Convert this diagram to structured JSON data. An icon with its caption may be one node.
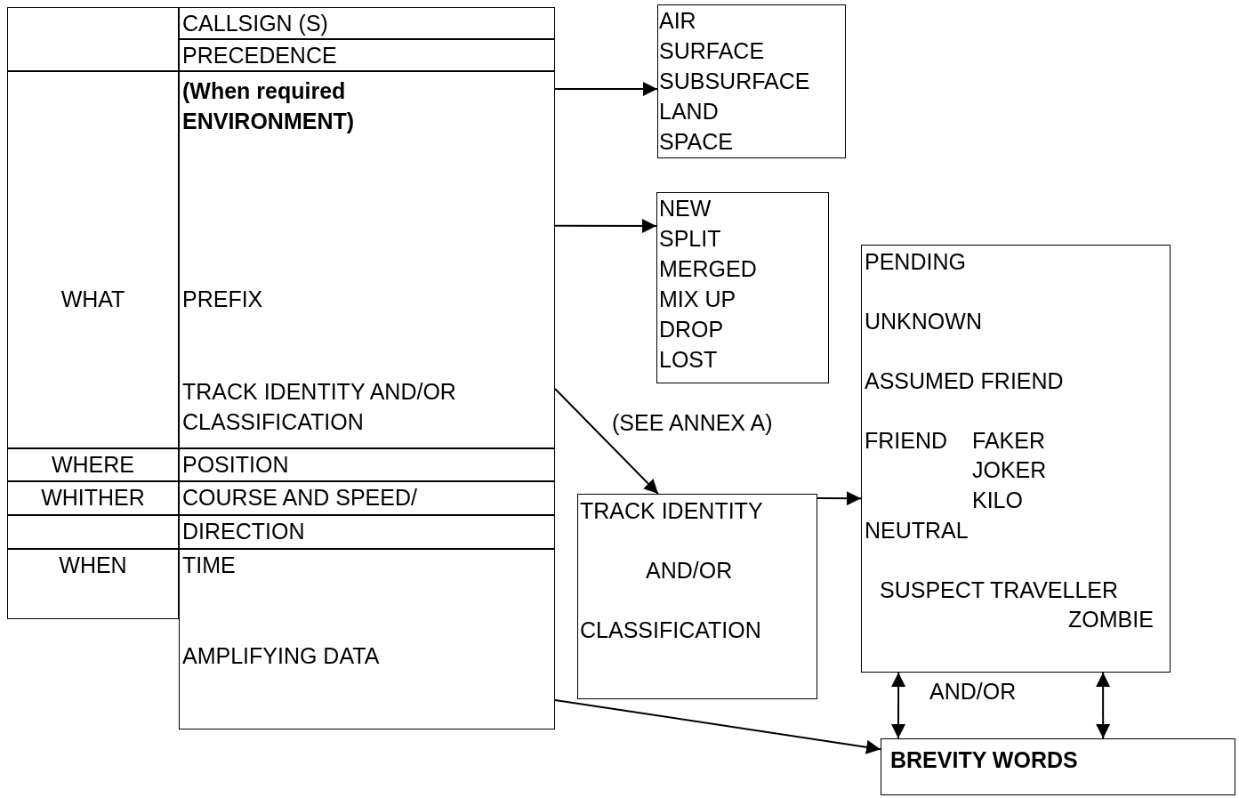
{
  "diagram": {
    "nodes": [
      {
        "text": [
          "CALLSIGN (S)"
        ]
      },
      {
        "text": [
          "PRECEDENCE"
        ]
      },
      {
        "text": [
          "(When required ENVIRONMENT)",
          "PREFIX",
          "TRACK IDENTITY AND/OR CLASSIFICATION"
        ]
      },
      {
        "text": [
          "POSITION"
        ]
      },
      {
        "text": [
          "COURSE AND SPEED/"
        ]
      },
      {
        "text": [
          "DIRECTION"
        ]
      },
      {
        "text": [
          "TIME",
          "AMPLIFYING DATA"
        ]
      },
      {
        "text": [
          "WHAT"
        ]
      },
      {
        "text": [
          "WHERE"
        ]
      },
      {
        "text": [
          "WHITHER"
        ]
      },
      {
        "text": [
          "WHEN"
        ]
      },
      {
        "text": [
          "AIR",
          "SURFACE",
          "SUBSURFACE",
          "LAND",
          "SPACE"
        ]
      },
      {
        "text": [
          "NEW",
          "SPLIT",
          "MERGED",
          "MIX UP",
          "DROP",
          "LOST"
        ]
      },
      {
        "text": [
          "TRACK IDENTITY",
          "AND/OR",
          "CLASSIFICATION"
        ]
      },
      {
        "text": [
          "PENDING",
          "UNKNOWN",
          "ASSUMED FRIEND",
          "FRIEND",
          "FAKER",
          "JOKER",
          "KILO",
          "NEUTRAL",
          "SUSPECT",
          "TRAVELLER",
          "ZOMBIE"
        ]
      },
      {
        "text": [
          "BREVITY WORDS"
        ]
      }
    ],
    "edges": [
      {
        "from": 2,
        "to": 11,
        "arrow": "to"
      },
      {
        "from": 2,
        "to": 12,
        "arrow": "to"
      },
      {
        "from": 2,
        "to": 13,
        "arrow": "to",
        "label": "(SEE ANNEX A)"
      },
      {
        "from": 13,
        "to": 14,
        "arrow": "to"
      },
      {
        "from": 14,
        "to": 15,
        "arrow": "both"
      },
      {
        "from": 14,
        "to": 15,
        "arrow": "both"
      },
      {
        "from": 6,
        "to": 15,
        "arrow": "to"
      }
    ],
    "labels": [
      "AND/OR"
    ]
  }
}
